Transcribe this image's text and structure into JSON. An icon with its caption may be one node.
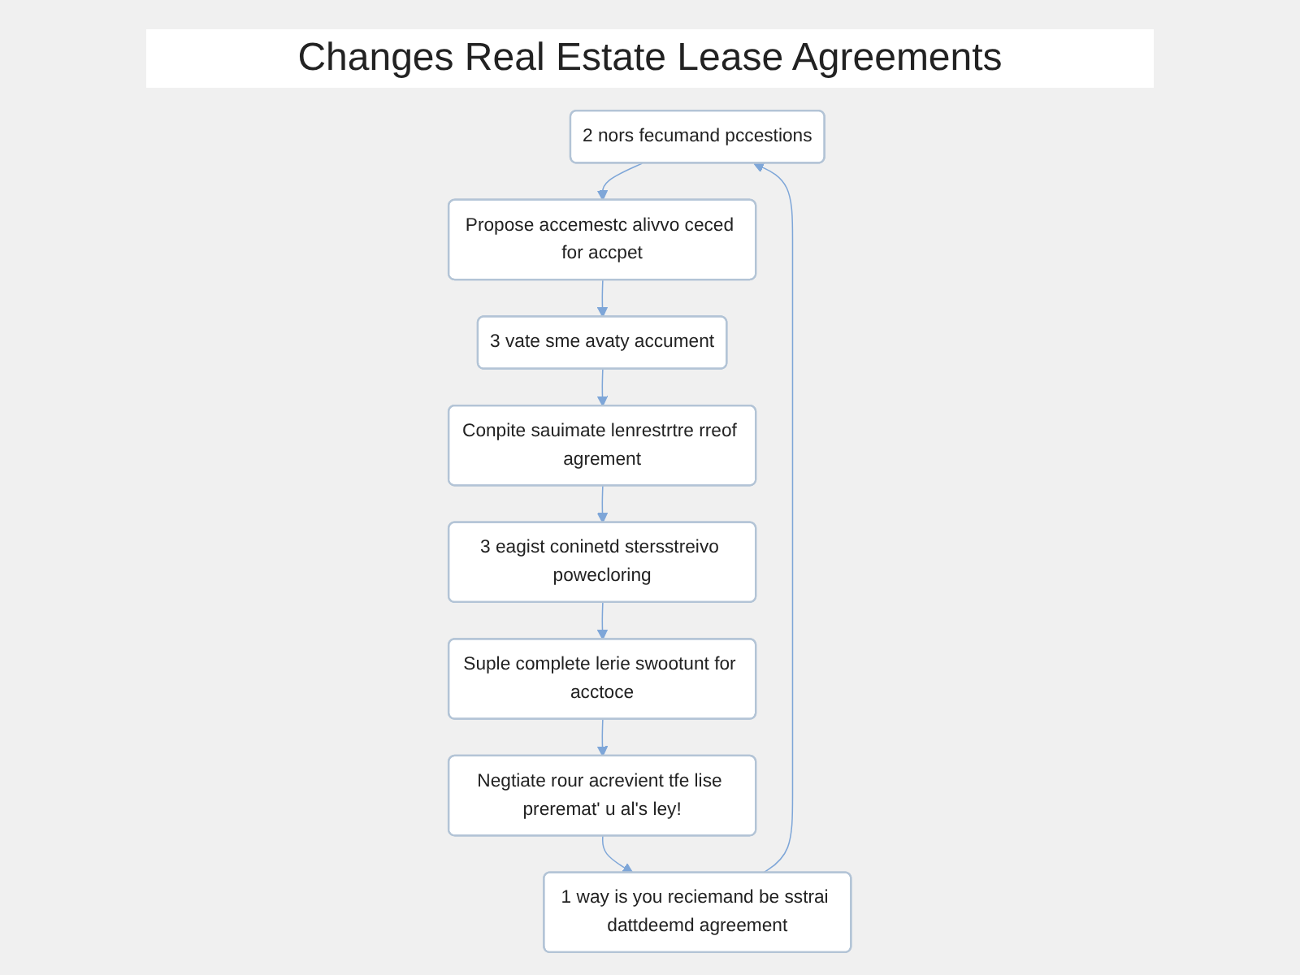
{
  "diagram": {
    "title": "Changes Real Estate Lease Agreements",
    "nodes": [
      {
        "text": [
          "2 nors fecumand pccestions"
        ]
      },
      {
        "text": [
          "1 way is you reciemand be sstrai dattdeemd agreement"
        ]
      },
      {
        "text": [
          "Propose accemestc alivvo ceced for accpet"
        ]
      },
      {
        "text": [
          "Negtiate rour acrevient tfe lise preremat' u al's ley!"
        ]
      },
      {
        "text": [
          "3 vate sme avaty accument"
        ]
      },
      {
        "text": [
          "Conpite sauimate lenrestrtre rreof agrement"
        ]
      },
      {
        "text": [
          "3 eagist coninetd stersstreivo powecloring"
        ]
      },
      {
        "text": [
          "Suple complete lerie swootunt for acctoce"
        ]
      }
    ],
    "edges": [
      {
        "from": 0,
        "to": 2,
        "arrow": "to"
      },
      {
        "from": 2,
        "to": 4,
        "arrow": "to"
      },
      {
        "from": 4,
        "to": 5,
        "arrow": "to"
      },
      {
        "from": 5,
        "to": 6,
        "arrow": "to"
      },
      {
        "from": 6,
        "to": 7,
        "arrow": "to"
      },
      {
        "from": 7,
        "to": 3,
        "arrow": "to"
      },
      {
        "from": 3,
        "to": 1,
        "arrow": "to"
      },
      {
        "from": 1,
        "to": 0,
        "arrow": "to"
      }
    ]
  }
}
